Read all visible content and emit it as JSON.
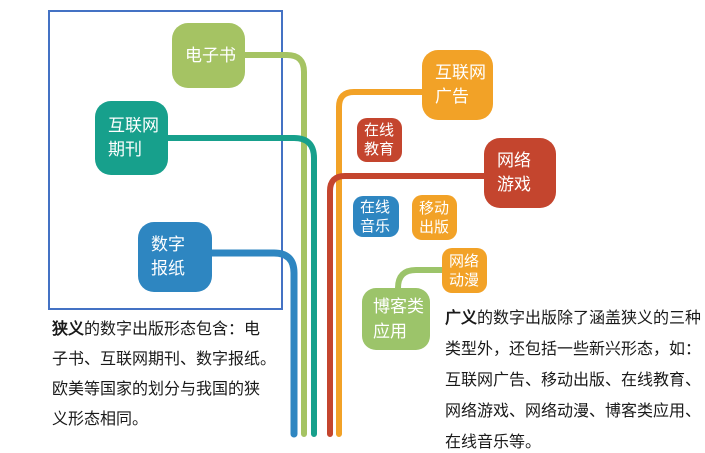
{
  "colors": {
    "olive": "#A5C363",
    "teal": "#17A08C",
    "blue": "#2E86C1",
    "orange": "#F2A227",
    "red": "#C4452E",
    "green": "#9CC46A",
    "frame_border": "#4472C4",
    "caption_text": "#1A1A1A",
    "node_text": "#FFFFFF"
  },
  "diagram": {
    "narrow_nodes": {
      "ebook": {
        "lines": [
          "电子书"
        ]
      },
      "journal": {
        "line1": "互联网",
        "line2": "期刊"
      },
      "newspaper": {
        "line1": "数字",
        "line2": "报纸"
      }
    },
    "broad_nodes": {
      "internet_ad": {
        "line1": "互联网",
        "line2": "广告"
      },
      "online_education": {
        "line1": "在线",
        "line2": "教育"
      },
      "online_game": {
        "line1": "网络",
        "line2": "游戏"
      },
      "online_music": {
        "line1": "在线",
        "line2": "音乐"
      },
      "mobile_publishing": {
        "line1": "移动",
        "line2": "出版"
      },
      "online_anime": {
        "line1": "网络",
        "line2": "动漫"
      },
      "blog_apps": {
        "line1": "博客类",
        "line2": "应用"
      }
    },
    "ebook_label": "电子书"
  },
  "captions": {
    "narrow": {
      "lead": "狭义",
      "line1_rest": "的数字出版形态包含：电",
      "line2": "子书、互联网期刊、数字报纸。",
      "line3": "欧美等国家的划分与我国的狭",
      "line4": "义形态相同。"
    },
    "broad": {
      "lead": "广义",
      "line1_rest": "的数字出版除了涵盖狭义的三种",
      "line2": "类型外，还包括一些新兴形态，如：",
      "line3": "互联网广告、移动出版、在线教育、",
      "line4": "网络游戏、网络动漫、博客类应用、",
      "line5": "在线音乐等。"
    }
  }
}
